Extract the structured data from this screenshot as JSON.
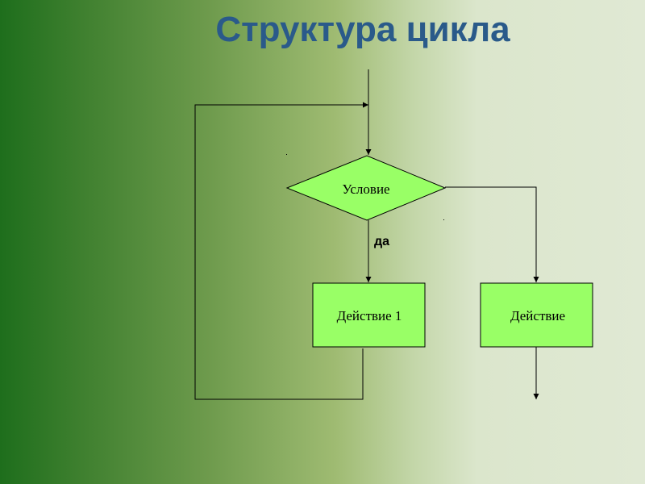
{
  "slide": {
    "title": "Структура цикла"
  },
  "diagram": {
    "condition_label": "Условие",
    "yes_label": "да",
    "action1_label": "Действие 1",
    "action2_label": "Действие",
    "shape_fill": "#99ff66",
    "title_color": "#2a5a8a"
  }
}
